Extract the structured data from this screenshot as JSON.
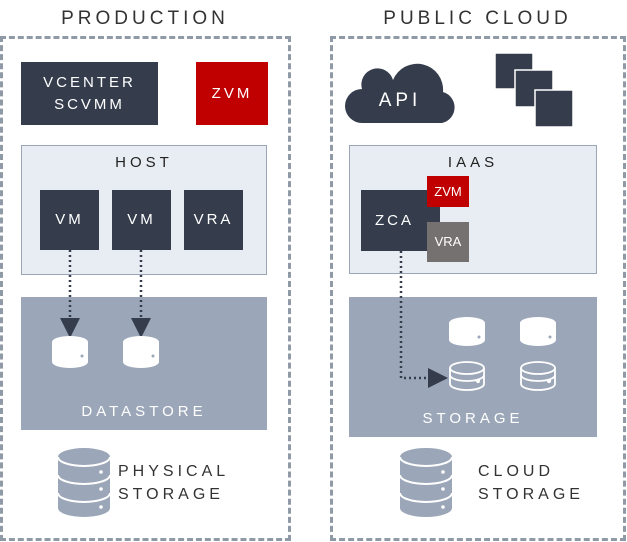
{
  "production": {
    "title": "PRODUCTION",
    "vcenter": [
      "VCENTER",
      "SCVMM"
    ],
    "zvm": "ZVM",
    "host": {
      "label": "HOST",
      "items": [
        "VM",
        "VM",
        "VRA"
      ]
    },
    "datastore": "DATASTORE",
    "physical_storage": [
      "PHYSICAL",
      "STORAGE"
    ]
  },
  "public_cloud": {
    "title": "PUBLIC CLOUD",
    "api": "API",
    "iaas": {
      "label": "IAAS",
      "zca": "ZCA",
      "zvm": "ZVM",
      "vra": "VRA"
    },
    "storage": "STORAGE",
    "cloud_storage": [
      "CLOUD",
      "STORAGE"
    ]
  },
  "colors": {
    "dark": "#353d4d",
    "red": "#c00000",
    "grey": "#767171",
    "storage": "#9ba7b8",
    "panel": "#e8edf3"
  }
}
